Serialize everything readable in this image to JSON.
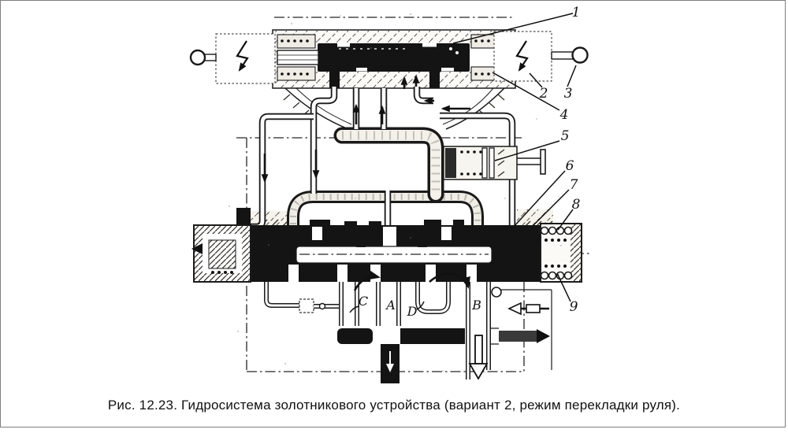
{
  "figure": {
    "caption": "Рис. 12.23. Гидросистема золотникового устройства (вариант 2, режим перекладки руля).",
    "callouts": {
      "1": "1",
      "2": "2",
      "3": "3",
      "4": "4",
      "5": "5",
      "6": "6",
      "7": "7",
      "8": "8",
      "9": "9"
    },
    "ports": {
      "A": "A",
      "B": "B",
      "C": "C",
      "D": "D"
    },
    "colors": {
      "ink": "#1a1a1a",
      "paper": "#ffffff",
      "frame": "#7f7f7f"
    }
  }
}
